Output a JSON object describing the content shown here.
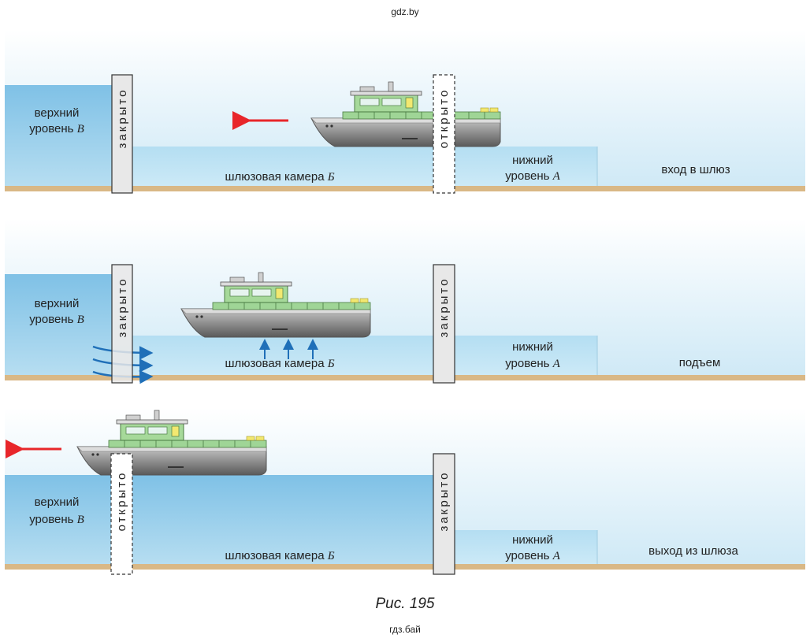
{
  "header_watermark": "gdz.by",
  "footer_watermark": "гдз.бай",
  "caption": "Рис. 195",
  "labels": {
    "upper_level_line1": "верхний",
    "upper_level_line2": "уровень ",
    "upper_level_letter": "В",
    "lower_level_line1": "нижний",
    "lower_level_line2": "уровень ",
    "lower_level_letter": "А",
    "chamber": "шлюзовая камера ",
    "chamber_letter": "Б",
    "closed": "закрыто",
    "open": "открыто"
  },
  "panels": [
    {
      "stage": "вход в шлюз",
      "left_gate": "closed",
      "right_gate": "open",
      "boat_direction": "left"
    },
    {
      "stage": "подъем",
      "left_gate": "closed",
      "right_gate": "closed",
      "water_flow": "into chamber",
      "boat_motion": "up"
    },
    {
      "stage": "выход из шлюза",
      "left_gate": "open",
      "right_gate": "closed",
      "boat_direction": "left"
    }
  ],
  "colors": {
    "sky_top": "#ffffff",
    "sky_bottom": "#cfe9f6",
    "water_upper": "#8cc9e8",
    "water_chamber": "#bfe3f2",
    "ground": "#d9b886",
    "gate_fill": "#e8e8e8",
    "arrow_red": "#e8262a",
    "arrow_blue": "#1f6fb8",
    "hull": "#9c9c9c",
    "cabin": "#a6d99a"
  }
}
